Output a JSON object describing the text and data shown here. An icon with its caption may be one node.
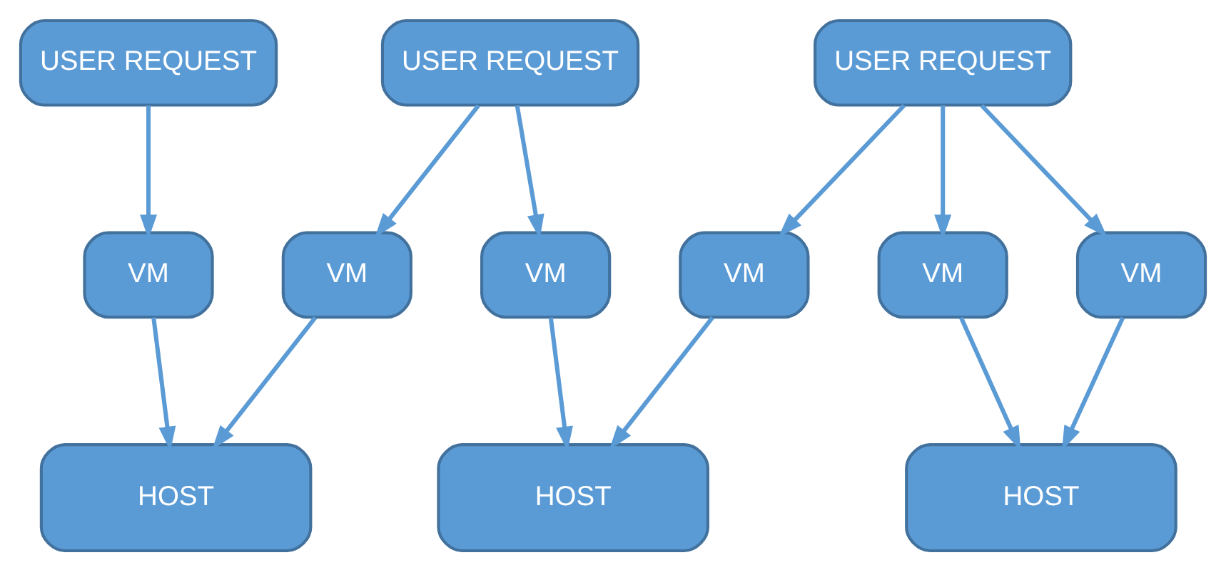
{
  "diagram": {
    "nodes": [
      {
        "text": [
          "USER REQUEST"
        ]
      },
      {
        "text": [
          "USER REQUEST"
        ]
      },
      {
        "text": [
          "USER REQUEST"
        ]
      },
      {
        "text": [
          "VM"
        ]
      },
      {
        "text": [
          "VM"
        ]
      },
      {
        "text": [
          "VM"
        ]
      },
      {
        "text": [
          "VM"
        ]
      },
      {
        "text": [
          "VM"
        ]
      },
      {
        "text": [
          "VM"
        ]
      },
      {
        "text": [
          "HOST"
        ]
      },
      {
        "text": [
          "HOST"
        ]
      },
      {
        "text": [
          "HOST"
        ]
      }
    ],
    "edges": [
      {
        "from": 0,
        "to": 3,
        "arrow": "to"
      },
      {
        "from": 1,
        "to": 4,
        "arrow": "to"
      },
      {
        "from": 1,
        "to": 5,
        "arrow": "to"
      },
      {
        "from": 2,
        "to": 6,
        "arrow": "to"
      },
      {
        "from": 2,
        "to": 7,
        "arrow": "to"
      },
      {
        "from": 2,
        "to": 8,
        "arrow": "to"
      },
      {
        "from": 3,
        "to": 9,
        "arrow": "to"
      },
      {
        "from": 4,
        "to": 9,
        "arrow": "to"
      },
      {
        "from": 5,
        "to": 10,
        "arrow": "to"
      },
      {
        "from": 6,
        "to": 10,
        "arrow": "to"
      },
      {
        "from": 7,
        "to": 11,
        "arrow": "to"
      },
      {
        "from": 8,
        "to": 11,
        "arrow": "to"
      }
    ]
  }
}
